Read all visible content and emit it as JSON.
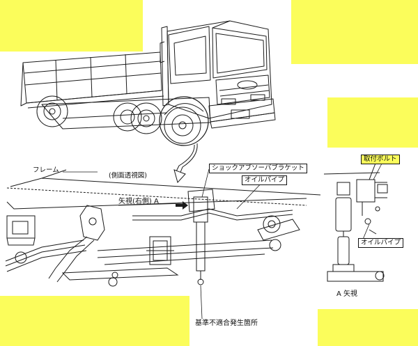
{
  "labels": {
    "frame": "フレーム",
    "side_view": "(側面透視図)",
    "shock_bracket": "ショックアブソーバブラケット",
    "oil_pipe_main": "オイルパイプ",
    "view_right": "矢視(右側) A",
    "mounting_bolt": "取付ボルト",
    "oil_pipe_detail": "オイルパイプ",
    "view_a": "A 矢視",
    "nonconformity": "基準不適合発生箇所"
  },
  "colors": {
    "highlight_yellow": "#fbfd5b",
    "line": "#1a1a1a"
  },
  "icons": {
    "callout_arrow": "curved-arrow-icon",
    "view_arrow": "arrow-right-icon"
  }
}
